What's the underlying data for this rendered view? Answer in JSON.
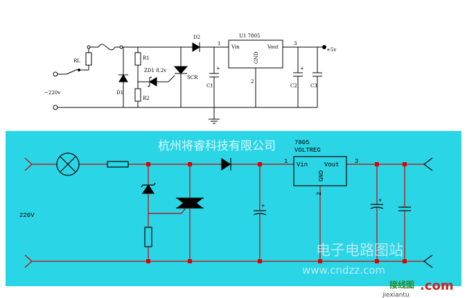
{
  "top_schematic": {
    "labels": {
      "rl": "RL",
      "r1": "R1",
      "r2": "R2",
      "zd1": "ZD1 8.2v",
      "d1": "D1",
      "d2": "D2",
      "scr": "SCR",
      "c1": "C1",
      "c2": "C2",
      "c3": "C3",
      "u1": "U1 7805",
      "vin": "Vin",
      "vout": "Vout",
      "gnd": "GND",
      "pin1": "1",
      "pin2": "2",
      "pin3": "3",
      "ac_in": "~220v",
      "out": "+5v",
      "plus": "+"
    }
  },
  "bottom_schematic": {
    "background": "#2ad6e6",
    "wire_color": "#cc0000",
    "labels": {
      "ic_name": "7805",
      "ic_type": "VOLTREG",
      "vin": "Vin",
      "vout": "Vout",
      "gnd": "GND",
      "pin1": "1",
      "pin2": "2",
      "pin3": "3",
      "ac_in": "220V",
      "plus": "+"
    },
    "watermarks": {
      "company": "杭州将睿科技有限公司",
      "site_cn": "电子电路图站",
      "site_url": "www.cndzz.com",
      "jiexiantu_cn": "接线图",
      "jiexiantu_com": ".com",
      "jiexiantu_url": "jiexiantu"
    }
  }
}
